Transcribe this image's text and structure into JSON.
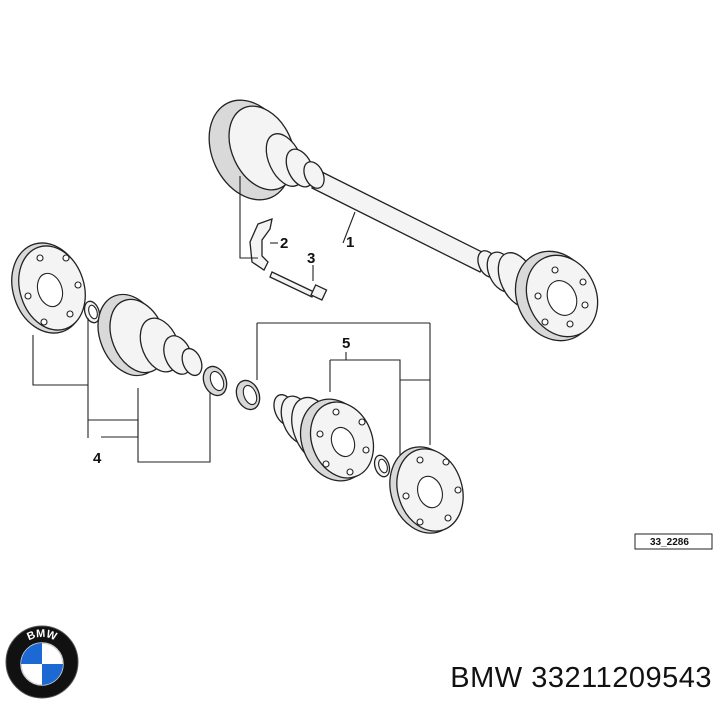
{
  "diagram": {
    "callouts": {
      "shaft": "1",
      "bracket": "2",
      "bolt": "3",
      "inner_kit": "4",
      "outer_kit": "5"
    },
    "reference_code": "33_2286"
  },
  "brand": {
    "logo_letters": "BMW",
    "logo_colors": {
      "ring": "#111111",
      "blue": "#1c69d4",
      "white": "#ffffff"
    }
  },
  "caption": {
    "manufacturer": "BMW",
    "part_number": "33211209543"
  }
}
